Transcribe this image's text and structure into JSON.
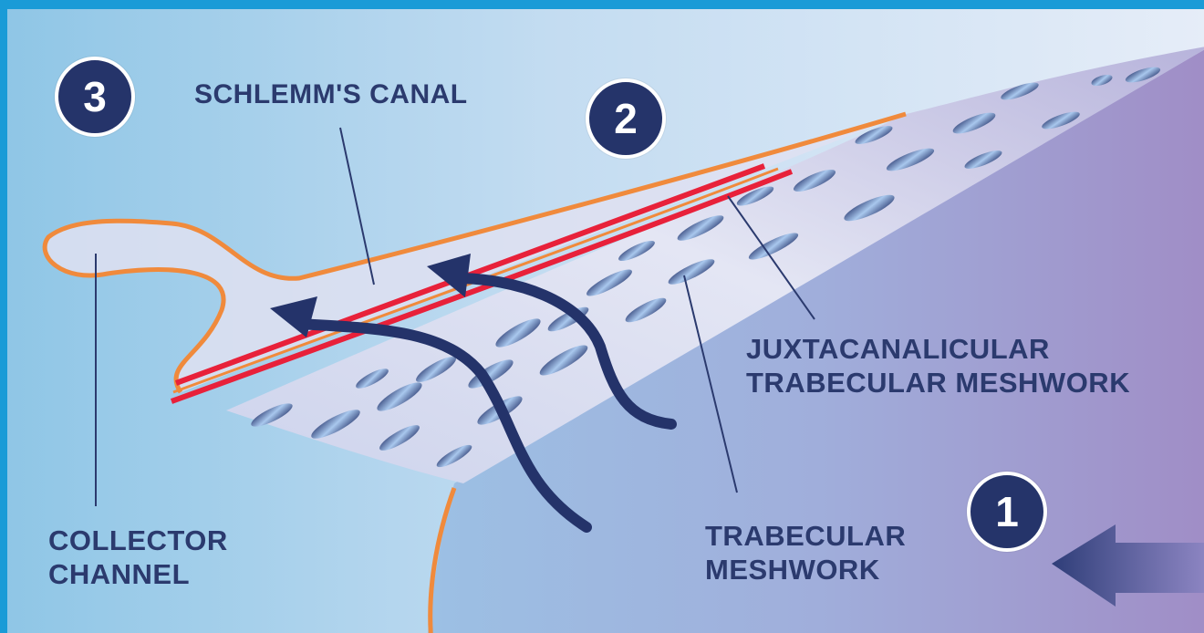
{
  "labels": {
    "schlemms_canal": "SCHLEMM'S CANAL",
    "juxta_line1": "JUXTACANALICULAR",
    "juxta_line2": "TRABECULAR MESHWORK",
    "trab_line1": "TRABECULAR",
    "trab_line2": "MESHWORK",
    "collector_line1": "COLLECTOR",
    "collector_line2": "CHANNEL"
  },
  "badges": {
    "one": "1",
    "two": "2",
    "three": "3"
  },
  "colors": {
    "frame": "#1a9bd7",
    "label_text": "#2b3a6e",
    "badge_fill": "#25346a",
    "orange_line": "#f08a3c",
    "red_line": "#e8213a",
    "flow_arrow": "#24336a"
  }
}
